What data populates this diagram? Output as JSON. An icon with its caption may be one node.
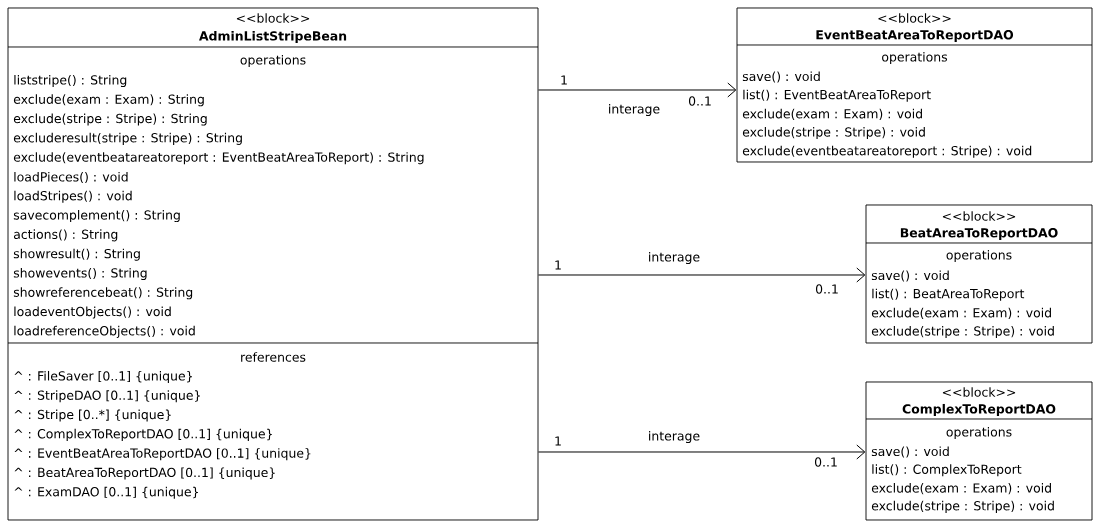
{
  "diagram": {
    "nodes": [
      {
        "text": [
          "<<block>>",
          "AdminListStripeBean",
          "operations",
          "liststripe() : String",
          "exclude(exam : Exam) : String",
          "exclude(stripe : Stripe) : String",
          "excluderesult(stripe : Stripe) : String",
          "exclude(eventbeatareatoreport : EventBeatAreaToReport) : String",
          "loadPieces() : void",
          "loadStripes() : void",
          "savecomplement() : String",
          "actions() : String",
          "showresult() : String",
          "showevents() : String",
          "showreferencebeat() : String",
          "loadeventObjects() : void",
          "loadreferenceObjects() : void",
          "references",
          "^ : FileSaver [0..1] {unique}",
          "^ : StripeDAO [0..1] {unique}",
          "^ : Stripe [0..*] {unique}",
          "^ : ComplexToReportDAO [0..1] {unique}",
          "^ : EventBeatAreaToReportDAO [0..1] {unique}",
          "^ : BeatAreaToReportDAO [0..1] {unique}",
          "^ : ExamDAO [0..1] {unique}"
        ]
      },
      {
        "text": [
          "<<block>>",
          "EventBeatAreaToReportDAO",
          "operations",
          "save() : void",
          "list() : EventBeatAreaToReport",
          "exclude(exam : Exam) : void",
          "exclude(stripe : Stripe) : void",
          "exclude(eventbeatareatoreport : Stripe) : void"
        ]
      },
      {
        "text": [
          "<<block>>",
          "BeatAreaToReportDAO",
          "operations",
          "save() : void",
          "list() : BeatAreaToReport",
          "exclude(exam : Exam) : void",
          "exclude(stripe : Stripe) : void"
        ]
      },
      {
        "text": [
          "<<block>>",
          "ComplexToReportDAO",
          "operations",
          "save() : void",
          "list() : ComplexToReport",
          "exclude(exam : Exam) : void",
          "exclude(stripe : Stripe) : void"
        ]
      }
    ],
    "edges": [
      {
        "from": 0,
        "to": 1,
        "arrow": "to",
        "label": "interage"
      },
      {
        "from": 0,
        "to": 2,
        "arrow": "to",
        "label": "interage"
      },
      {
        "from": 0,
        "to": 3,
        "arrow": "to",
        "label": "interage"
      }
    ],
    "labels": [
      "1",
      "0..1",
      "1",
      "0..1",
      "1",
      "0..1"
    ]
  }
}
